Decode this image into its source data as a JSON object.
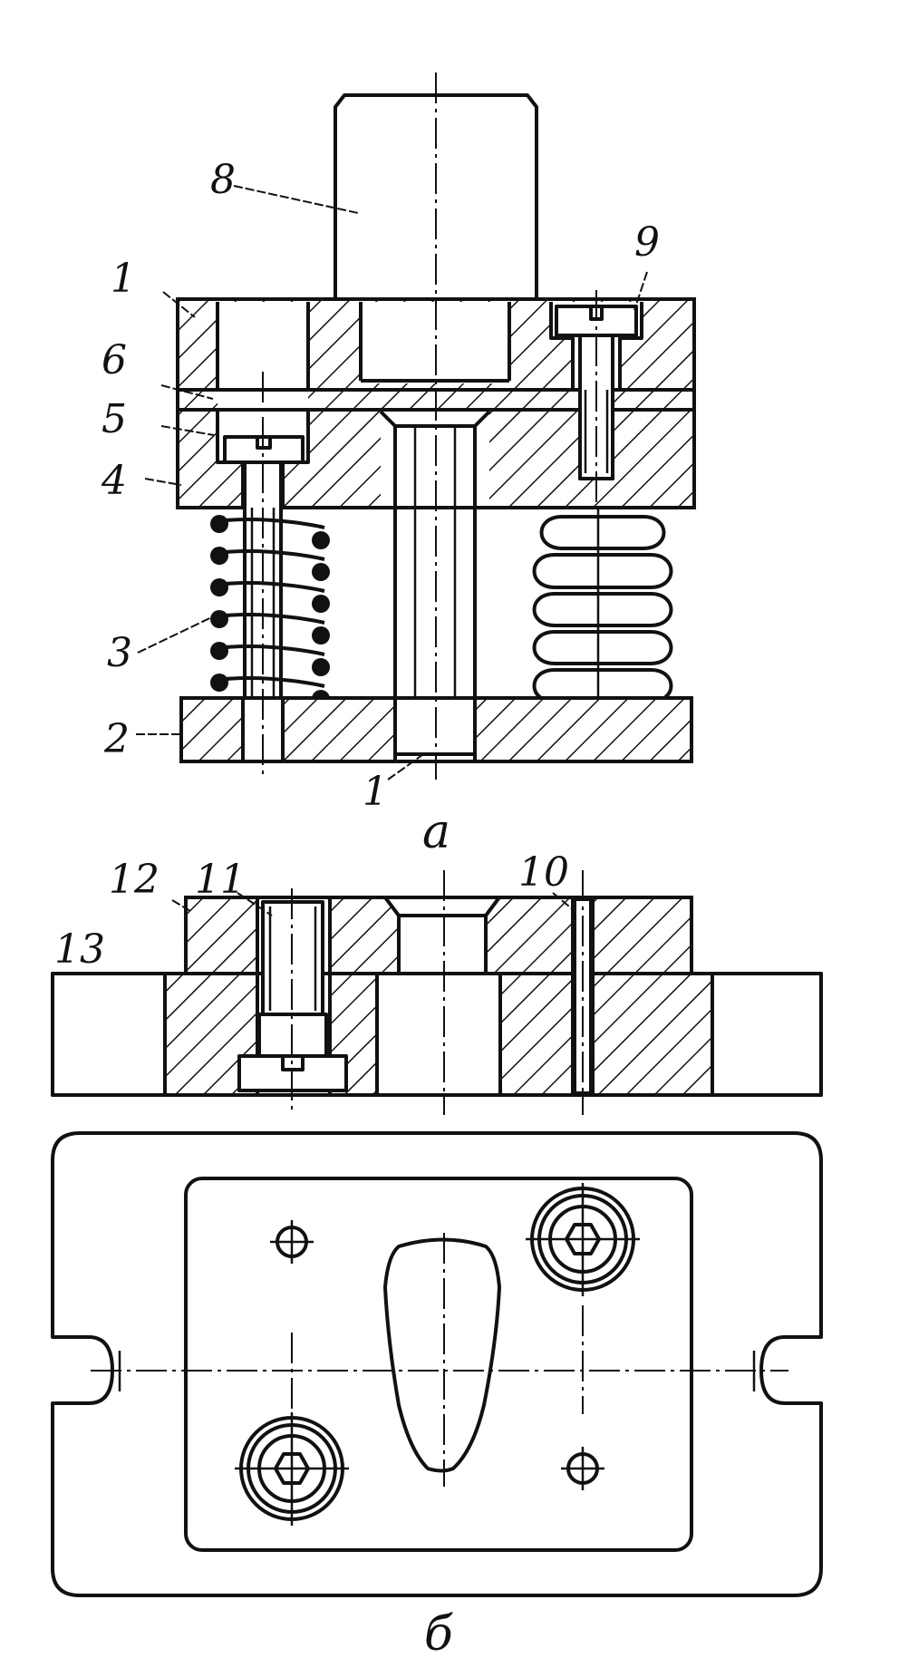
{
  "view_a": {
    "caption": "a",
    "labels": {
      "l1_top": "1",
      "l1_bottom": "1",
      "l2": "2",
      "l3": "3",
      "l4": "4",
      "l5": "5",
      "l6": "6",
      "l8": "8",
      "l9": "9"
    }
  },
  "view_b": {
    "caption": "б",
    "labels": {
      "l10": "10",
      "l11": "11",
      "l12": "12",
      "l13": "13"
    }
  }
}
